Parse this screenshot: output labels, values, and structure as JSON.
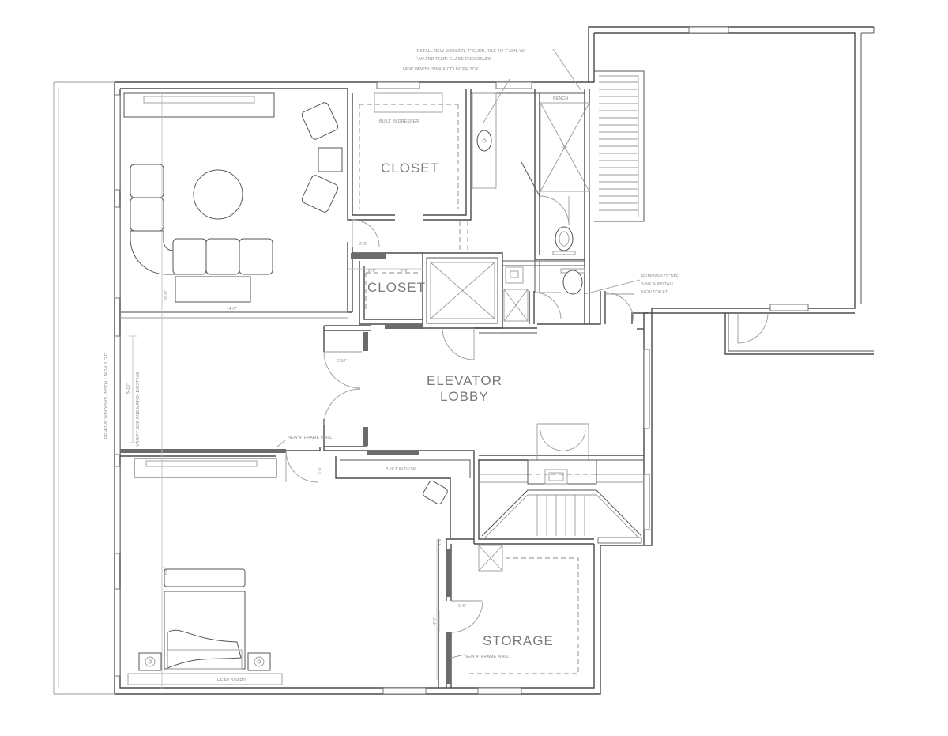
{
  "rooms": {
    "closet_upper": "CLOSET",
    "closet_lower": "CLOSET",
    "lobby_line1": "ELEVATOR",
    "lobby_line2": "LOBBY",
    "storage": "STORAGE"
  },
  "notes": {
    "shower_line1": "INSTALL NEW SHOWER, 4\" CURB, TILE TO 7' MIN. W/",
    "shower_line2": "FAN AND TEMP. GLASS ENCLOSURE",
    "vanity": "NEW VANITY, SINK & COUNTER TOP",
    "bench": "BENCH",
    "dresser": "BUILT IN DRESSER",
    "relocate_line1": "REMOVE/LOCATE",
    "relocate_line2": "SINK & INSTALL",
    "relocate_line3": "NEW TOILET",
    "frame_wall_upper": "NEW 4\" FRAME WALL",
    "frame_wall_lower": "NEW 4\" FRAME WALL",
    "built_in_desk": "BUILT IN DESK",
    "head_board": "HEAD BOARD",
    "remove_windows": "REMOVE WINDOWS, INSTALL NEW S.G.D.",
    "verify_size": "VERIFY SIZE AND MATCH EXISTING"
  },
  "dimensions": {
    "d1": "2'-6\"",
    "d2": "2'-1\"",
    "d3": "2'-6\"",
    "d4": "14'-0\"",
    "d5": "20'-9\"",
    "d6": "5'-10\"",
    "d7": "8'-10\"",
    "d8": "2'-6\"",
    "d9": "2'-6\"",
    "d10": "4'-7\"",
    "d11": "18'-0\"",
    "d12": "2'-6\""
  }
}
